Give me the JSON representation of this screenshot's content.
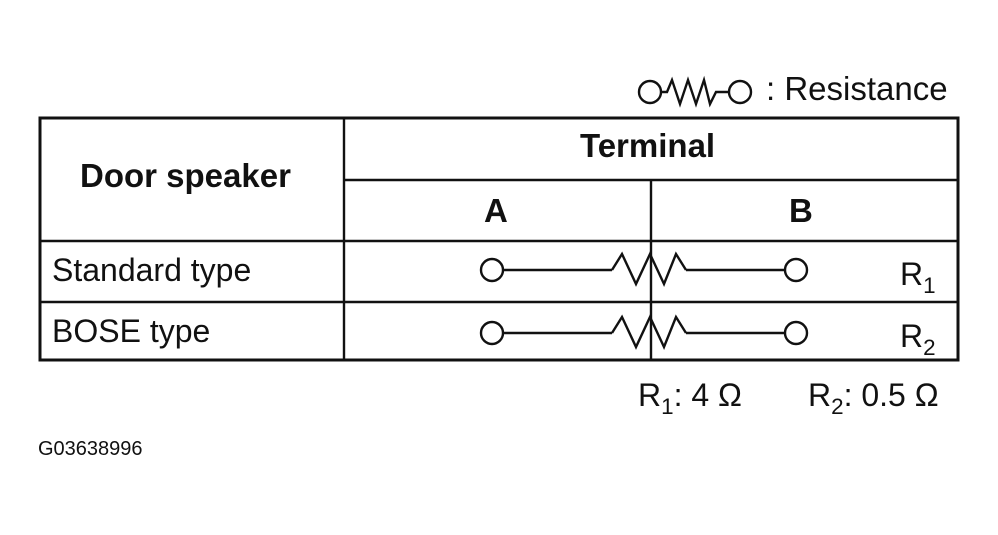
{
  "legend": {
    "icon": "resistor-symbol-icon",
    "text": ": Resistance"
  },
  "table": {
    "header_left": "Door speaker",
    "header_group": "Terminal",
    "col_a": "A",
    "col_b": "B",
    "rows": [
      {
        "label": "Standard type",
        "resistor": "R",
        "resistor_sub": "1"
      },
      {
        "label": "BOSE type",
        "resistor": "R",
        "resistor_sub": "2"
      }
    ]
  },
  "values": [
    {
      "name": "R",
      "sub": "1",
      "text": ": 4 Ω"
    },
    {
      "name": "R",
      "sub": "2",
      "text": ": 0.5 Ω"
    }
  ],
  "figure_code": "G03638996"
}
